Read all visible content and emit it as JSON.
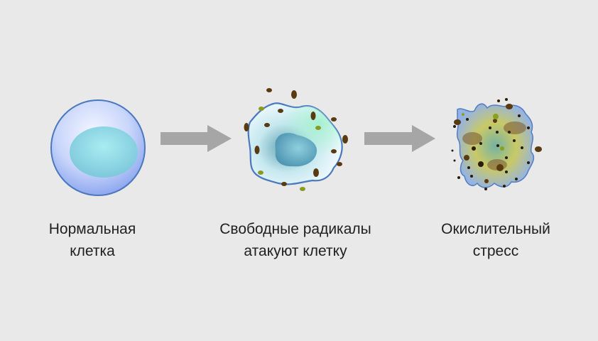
{
  "stages": [
    {
      "lines": [
        "Нормальная",
        "клетка"
      ]
    },
    {
      "lines": [
        "Свободные радикалы",
        "атакуют клетку"
      ]
    },
    {
      "lines": [
        "Окислительный",
        "стресс"
      ]
    }
  ],
  "colors": {
    "background": "#e9e9e9",
    "arrow": "#a6a6a6",
    "membrane": "#4a78bf",
    "radical": "#5a3a10",
    "radical_small": "#8a9a20"
  }
}
